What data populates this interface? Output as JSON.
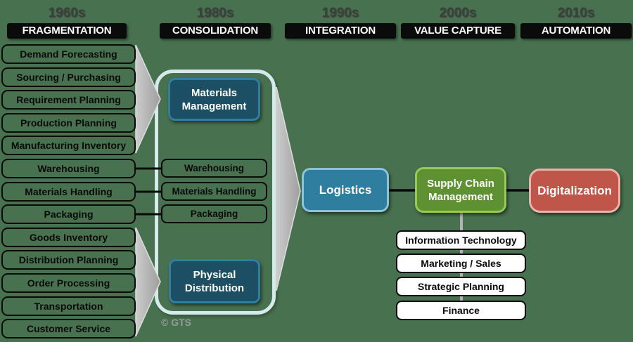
{
  "columns": [
    {
      "decade": "1960s",
      "era": "FRAGMENTATION"
    },
    {
      "decade": "1980s",
      "era": "CONSOLIDATION"
    },
    {
      "decade": "1990s",
      "era": "INTEGRATION"
    },
    {
      "decade": "2000s",
      "era": "VALUE CAPTURE"
    },
    {
      "decade": "2010s",
      "era": "AUTOMATION"
    }
  ],
  "fragmentation": {
    "items": [
      "Demand Forecasting",
      "Sourcing / Purchasing",
      "Requirement Planning",
      "Production Planning",
      "Manufacturing Inventory",
      "Warehousing",
      "Materials Handling",
      "Packaging",
      "Goods Inventory",
      "Distribution Planning",
      "Order Processing",
      "Transportation",
      "Customer Service"
    ]
  },
  "consolidation": {
    "materials_management": "Materials Management",
    "items": [
      "Warehousing",
      "Materials Handling",
      "Packaging"
    ],
    "physical_distribution": "Physical Distribution"
  },
  "integration": {
    "logistics": "Logistics"
  },
  "value_capture": {
    "supply_chain_management": "Supply Chain Management",
    "functions": [
      "Information Technology",
      "Marketing / Sales",
      "Strategic Planning",
      "Finance"
    ]
  },
  "automation": {
    "digitalization": "Digitalization"
  },
  "credit": "© GTS",
  "colors": {
    "background": "#47714F",
    "era_bar": "#0B0B0B",
    "dark_teal_fill": "#1C4F63",
    "dark_teal_border": "#2F7FA2",
    "logistics_fill": "#2F7E9F",
    "logistics_border": "#8BC4DA",
    "scm_fill": "#5E9132",
    "scm_border": "#97CB55",
    "digitalization_fill": "#C05549",
    "digitalization_border": "#EBB3AB",
    "container_border": "#D6E9EB",
    "arrow_gray": "#B5B5B5"
  }
}
